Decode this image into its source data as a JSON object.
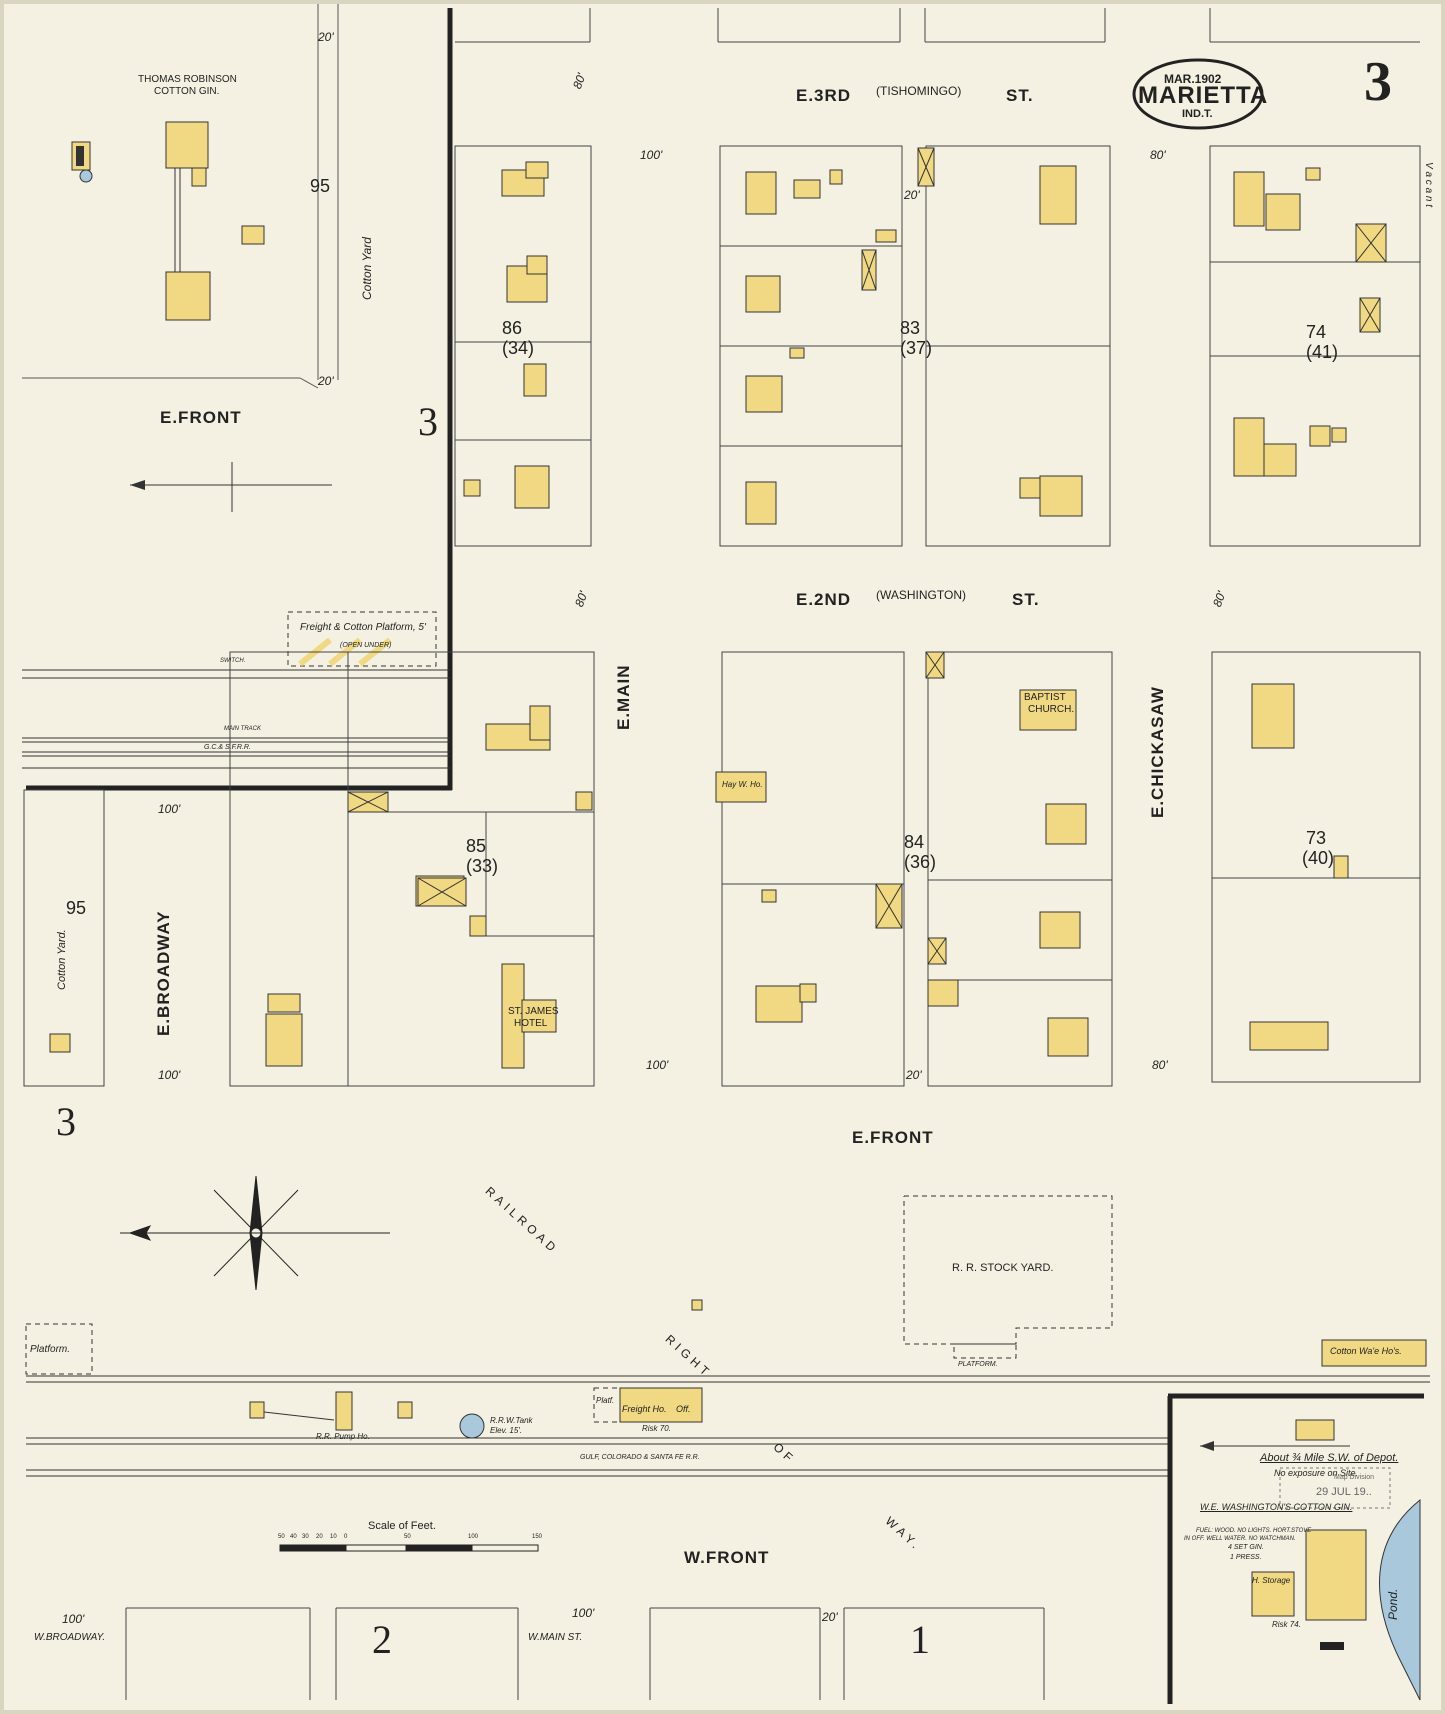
{
  "sheet": {
    "number": "3",
    "town": "MARIETTA",
    "territory": "IND.T.",
    "date": "MAR.1902"
  },
  "streets": {
    "e3rd": "E.3RD",
    "e3rd_alt": "(TISHOMINGO)",
    "e3rd_st": "ST.",
    "e2nd": "E.2ND",
    "e2nd_alt": "(WASHINGTON)",
    "e2nd_st": "ST.",
    "e_main": "E.MAIN",
    "e_chickasaw": "E.CHICKASAW",
    "e_broadway": "E.BROADWAY",
    "e_front": "E.FRONT",
    "e_front_inset": "E.FRONT",
    "w_front": "W.FRONT",
    "w_broadway": "W.BROADWAY.",
    "w_main": "W.MAIN ST.",
    "vacant": "V a c a n t"
  },
  "blocks": {
    "b86": "86",
    "b86p": "(34)",
    "b83": "83",
    "b83p": "(37)",
    "b74": "74",
    "b74p": "(41)",
    "b85": "85",
    "b85p": "(33)",
    "b84": "84",
    "b84p": "(36)",
    "b73": "73",
    "b73p": "(40)",
    "b95a": "95",
    "b95b": "95"
  },
  "sheet_refs": {
    "r3a": "3",
    "r3b": "3",
    "r2": "2",
    "r1": "1"
  },
  "labels": {
    "robinson_gin": "THOMAS ROBINSON",
    "robinson_gin2": "COTTON GIN.",
    "cotton_yard": "Cotton Yard",
    "cotton_yard2": "Cotton Yard.",
    "freight_platform": "Freight & Cotton Platform, 5'",
    "open_under": "(OPEN UNDER)",
    "gcsf_inset": "G.C.& S.F.R.R.",
    "main_track": "MAIN TRACK",
    "switch": "SWITCH.",
    "baptist": "BAPTIST",
    "church": "CHURCH.",
    "st_james": "ST. JAMES",
    "hotel": "HOTEL",
    "hay_wh": "Hay W. Ho.",
    "stock_yard": "R. R. STOCK YARD.",
    "platform": "PLATFORM.",
    "platform2": "Platform.",
    "railroad": "RAILROAD",
    "right": "RIGHT",
    "of": "OF",
    "way": "WAY.",
    "gcsf": "GULF, COLORADO & SANTA FE R.R.",
    "pump_ho": "R.R. Pump Ho.",
    "tank": "R.R.W.Tank",
    "tank2": "Elev. 15'.",
    "freight_ho": "Freight Ho.",
    "off": "Off.",
    "platf": "Platf.",
    "risk70": "Risk 70.",
    "cotton_whs": "Cotton Wa'e Ho's.",
    "about": "About ¾ Mile S.W. of Depot.",
    "no_exposure": "No exposure on Site.",
    "stamp_division": "Map Division",
    "stamp_date": "29 JUL 19..",
    "washington_gin": "W.E. WASHINGTON'S COTTON GIN.",
    "gin_fuel": "FUEL: WOOD. NO LIGHTS. HORT.STOVE",
    "gin_fuel2": "IN OFF. WELL WATER. NO WATCHMAN.",
    "gin_saws": "4 SET GIN.",
    "gin_press": "1 PRESS.",
    "storage": "H. Storage",
    "risk74": "Risk 74.",
    "pond": "Pond.",
    "scale": "Scale of Feet.",
    "scale_ticks": [
      "50",
      "40",
      "30",
      "20",
      "10",
      "0",
      "50",
      "100",
      "150"
    ],
    "dim_80": "80'",
    "dim_100": "100'",
    "dim_20": "20'"
  },
  "colors": {
    "paper": "#f4f1e3",
    "frame": "#e6e2cc",
    "dwelling": "#f0d982",
    "ink": "#2a2a2a",
    "water": "#a9c8dc"
  }
}
